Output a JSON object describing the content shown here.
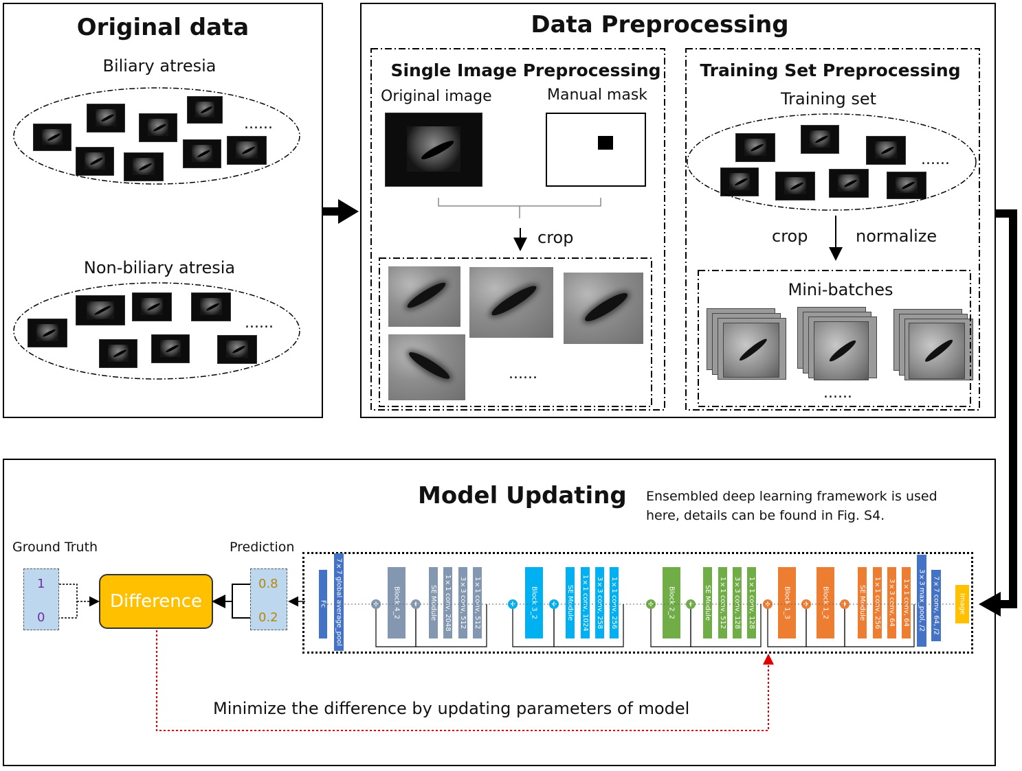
{
  "original_data": {
    "title": "Original data",
    "ba_label": "Biliary atresia",
    "nonba_label": "Non-biliary atresia",
    "ellipsis": "......"
  },
  "preprocessing": {
    "title": "Data Preprocessing",
    "single": {
      "title": "Single Image Preprocessing",
      "original_image": "Original image",
      "manual_mask": "Manual mask",
      "crop": "crop",
      "ellipsis": "......"
    },
    "training": {
      "title": "Training Set Preprocessing",
      "training_set": "Training set",
      "crop": "crop",
      "normalize": "normalize",
      "minibatches": "Mini-batches",
      "ellipsis": "......"
    }
  },
  "model": {
    "title": "Model Updating",
    "note_line1": "Ensembled deep learning framework is used",
    "note_line2": "here, details can be found in Fig. S4.",
    "ground_truth": "Ground Truth",
    "gt_values": [
      "1",
      "0"
    ],
    "prediction": "Prediction",
    "pred_values": [
      "0.8",
      "0.2"
    ],
    "difference": "Difference",
    "minimize": "Minimize the difference by updating parameters of model",
    "network": {
      "fc": "Fc",
      "gap": "7×7 global average_pool",
      "block4_2": "Block 4_2",
      "se4": "SE Module",
      "c4a": "1×1 conv, 2048",
      "c4b": "3×3 conv, 512",
      "c4c": "1×1 conv, 512",
      "block3_2": "Block 3_2",
      "se3": "SE Module",
      "c3a": "1×1 conv, 1024",
      "c3b": "3×3 conv, 258",
      "c3c": "1×1 conv, 256",
      "block2_2": "Block 2_2",
      "se2": "SE Module",
      "c2a": "1×1 conv, 512",
      "c2b": "3×3 conv, 128",
      "c2c": "1×1 conv, 128",
      "block1_3": "Block 1_3",
      "block1_2": "Block 1_2",
      "se1": "SE Module",
      "c1a": "1×1 conv, 256",
      "c1b": "3×3 conv, 64",
      "c1c": "1×1 conv, 64",
      "maxpool": "3×3 max_pool, /2",
      "conv7": "7×7 conv, 64, /2",
      "image": "Image",
      "plus": "+"
    }
  },
  "colors": {
    "block4": "#8497b0",
    "block3": "#00b0f0",
    "block2": "#70ad47",
    "block1": "#ed7d31",
    "blue_bar": "#4472c4",
    "image_bar": "#ffc000",
    "difference": "#ffc000",
    "value_box": "#bdd7ee",
    "gt_text": "#7030a0",
    "pred_text": "#b8860b",
    "red_dotted": "#e00000"
  }
}
